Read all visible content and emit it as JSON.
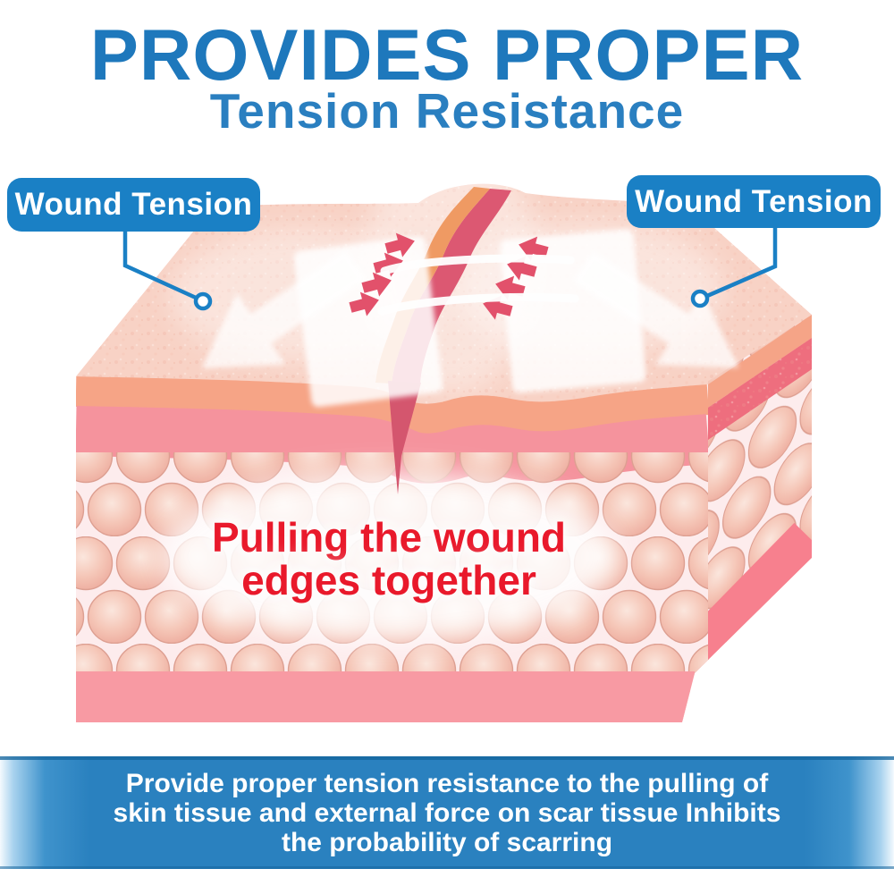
{
  "page": {
    "background_color": "#ffffff"
  },
  "header": {
    "title_line1": "PROVIDES PROPER",
    "title_line2": "Tension Resistance",
    "title_color": "#1e78bc"
  },
  "callouts": {
    "color": "#1a80c5",
    "left": {
      "label": "Wound Tension"
    },
    "right": {
      "label": "Wound Tension"
    }
  },
  "diagram": {
    "subject": "3D skin cross-section with a wound being pulled closed",
    "annotation": {
      "line1": "Pulling the wound",
      "line2": "edges together",
      "color": "#e9192b"
    },
    "icons": {
      "left_callout_pointer": "leader-line-with-circle",
      "right_callout_pointer": "leader-line-with-circle",
      "left_tension_arrow": "big-white-arrow-down-left",
      "right_tension_arrow": "big-white-arrow-down-right",
      "pull_arrows_left": "small-red-arrows-pointing-right",
      "pull_arrows_right": "small-red-arrows-pointing-left"
    },
    "colors": {
      "skin_surface": "#f8d2c5",
      "epidermis_band": "#f6a486",
      "dermis_band": "#f5939d",
      "fat_background": "#fdeced",
      "fat_cell": "#f3c0b2",
      "bottom_band": "#f89aa3",
      "side_salmon": "#f5a487",
      "side_coral": "#ee6e7e",
      "wound_orange": "#ef9a63",
      "wound_crimson": "#dc5872",
      "pull_arrow_red": "#e2516b",
      "tape_white": "#ffffff"
    }
  },
  "footer": {
    "background_color": "#2a81bf",
    "text_color": "#ffffff",
    "line1": "Provide proper tension resistance to the pulling of",
    "line2": "skin tissue and external force on scar tissue Inhibits",
    "line3": "the probability of scarring"
  }
}
